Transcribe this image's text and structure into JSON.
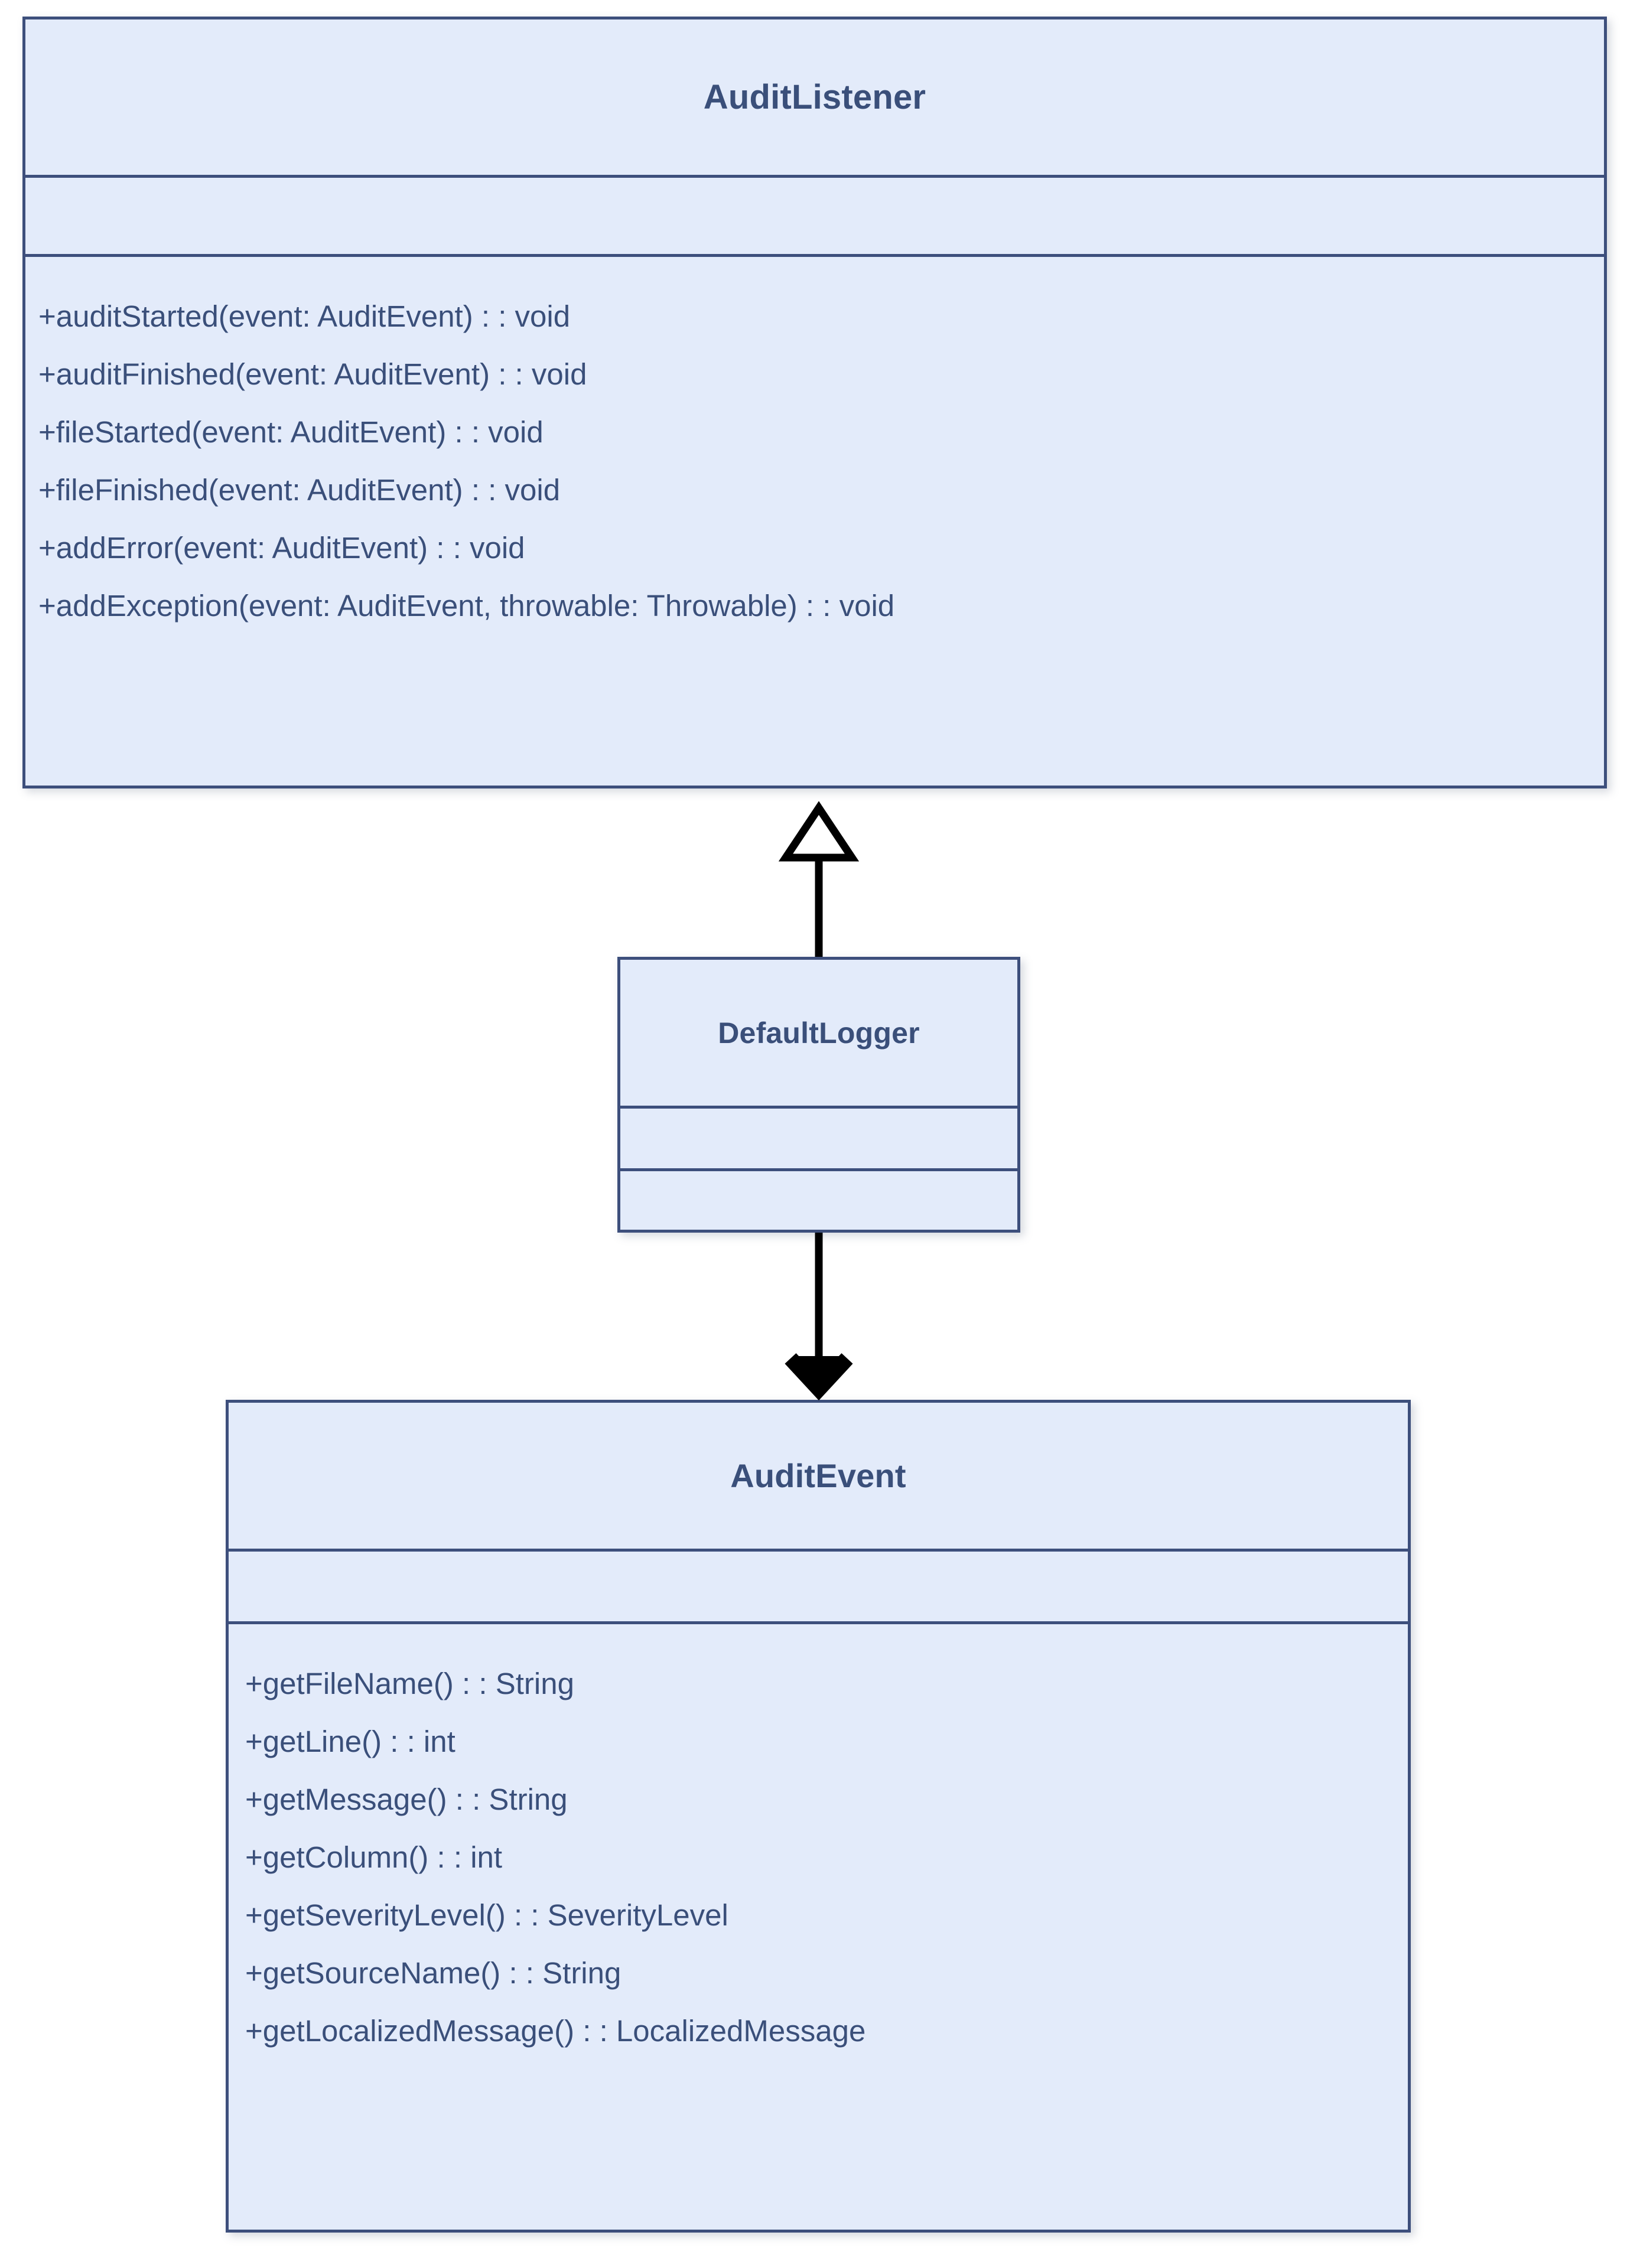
{
  "diagram": {
    "type": "uml-class-diagram",
    "colors": {
      "box_fill": "#e3ebfa",
      "box_border": "#3d4f7c",
      "text": "#3a4f7a",
      "connector": "#000000",
      "background": "#ffffff"
    },
    "classes": [
      {
        "id": "audit-listener",
        "name": "AuditListener",
        "attributes": [],
        "methods": [
          "+auditStarted(event: AuditEvent) : : void",
          "+auditFinished(event: AuditEvent) : : void",
          "+fileStarted(event: AuditEvent) : : void",
          "+fileFinished(event: AuditEvent) : : void",
          "+addError(event: AuditEvent) : : void",
          "+addException(event: AuditEvent, throwable: Throwable) : : void"
        ]
      },
      {
        "id": "default-logger",
        "name": "DefaultLogger",
        "attributes": [],
        "methods": []
      },
      {
        "id": "audit-event",
        "name": "AuditEvent",
        "attributes": [],
        "methods": [
          "+getFileName() : : String",
          "+getLine() : : int",
          "+getMessage() : : String",
          "+getColumn() : : int",
          "+getSeverityLevel() : : SeverityLevel",
          "+getSourceName() : : String",
          "+getLocalizedMessage() : : LocalizedMessage"
        ]
      }
    ],
    "connectors": [
      {
        "id": "generalization-defaultlogger-to-auditlistener",
        "from": "DefaultLogger",
        "to": "AuditListener",
        "arrowhead": "hollow-triangle",
        "line": "solid"
      },
      {
        "id": "association-defaultlogger-to-auditevent",
        "from": "DefaultLogger",
        "to": "AuditEvent",
        "arrowhead": "open-arrow",
        "line": "solid"
      }
    ]
  }
}
